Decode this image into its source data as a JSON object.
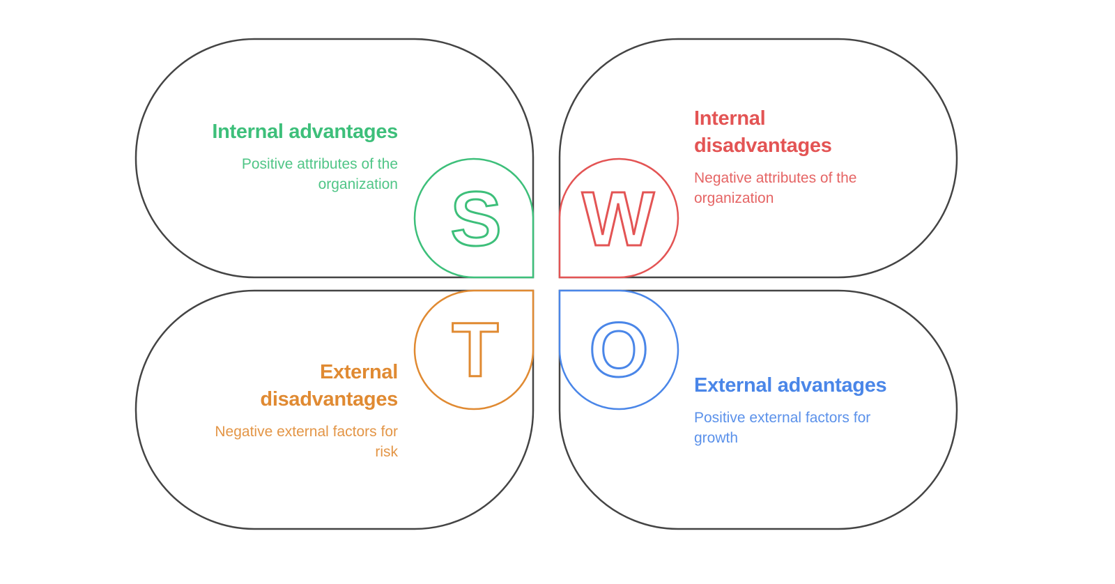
{
  "diagram": {
    "type": "SWOT analysis",
    "outline_color": "#444444",
    "quadrants": [
      {
        "key": "strengths",
        "letter": "S",
        "title": "Internal advantages",
        "description": "Positive attributes of the organization",
        "color": "#3dbf7a"
      },
      {
        "key": "weaknesses",
        "letter": "W",
        "title": "Internal disadvantages",
        "description": "Negative attributes of the organization",
        "color": "#e35454"
      },
      {
        "key": "threats",
        "letter": "T",
        "title": "External disadvantages",
        "description": "Negative external factors for risk",
        "color": "#e08a32"
      },
      {
        "key": "opportunities",
        "letter": "O",
        "title": "External advantages",
        "description": "Positive external factors for growth",
        "color": "#4a86e8"
      }
    ]
  }
}
